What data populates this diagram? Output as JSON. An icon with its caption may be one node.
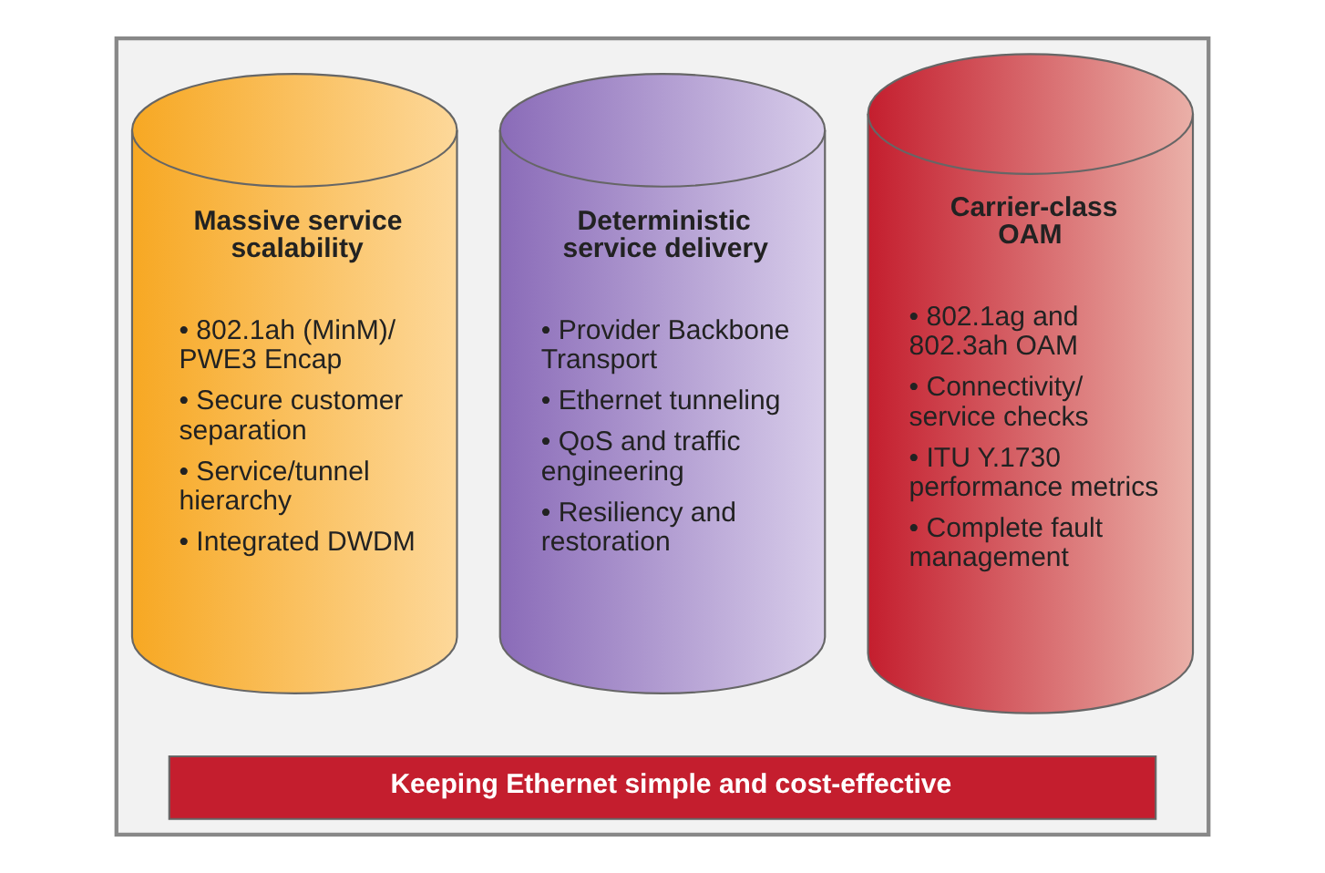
{
  "diagram": {
    "nodes": [
      {
        "text": [],
        "shape": "box"
      },
      {
        "text": [
          "Massive service scalability",
          "• 802.1ah (MinM)/ PWE3 Encap",
          "• Secure customer separation",
          "• Service/tunnel hierarchy",
          "• Integrated DWDM"
        ],
        "in": 0
      },
      {
        "text": [
          "Deterministic service delivery",
          "• Provider Backbone Transport",
          "• Ethernet tunneling",
          "• QoS and traffic engineering",
          "• Resiliency and restoration"
        ],
        "in": 0
      },
      {
        "text": [
          "Carrier-class OAM",
          "• 802.1ag and 802.3ah OAM",
          "• Connectivity/ service checks",
          "• ITU Y.1730 performance metrics",
          "• Complete fault management"
        ],
        "in": 0
      },
      {
        "text": [
          "Keeping Ethernet simple and cost-effective"
        ],
        "in": 0
      }
    ],
    "edges": []
  }
}
